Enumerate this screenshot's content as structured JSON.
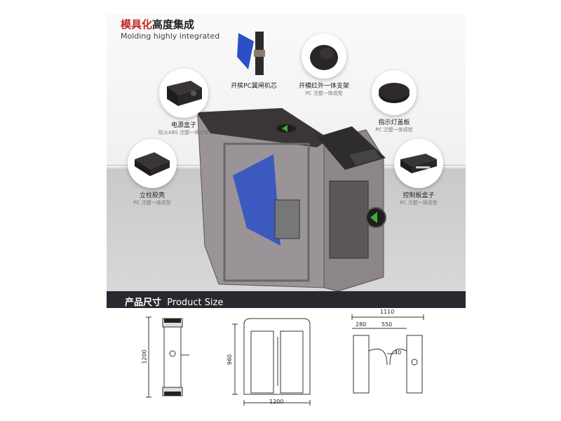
{
  "header": {
    "title_red": "模具化",
    "title_rest": "高度集成",
    "subtitle": "Molding highly integrated"
  },
  "parts": [
    {
      "name": "开槟PC翼闸机芯",
      "note": "",
      "icon": "wing-core-icon"
    },
    {
      "name": "开模红外一体支架",
      "note": "PC 注塑一体成型",
      "icon": "infrared-bracket-icon"
    },
    {
      "name": "电源盒子",
      "note": "防火ABS 注塑一体成型",
      "icon": "power-box-icon"
    },
    {
      "name": "指示灯盖板",
      "note": "PC 注塑一体成型",
      "icon": "indicator-cover-icon"
    },
    {
      "name": "立柱胶壳",
      "note": "PC 注塑一体成型",
      "icon": "pillar-shell-icon"
    },
    {
      "name": "控制板盒子",
      "note": "PC 注塑一体成型",
      "icon": "control-box-icon"
    }
  ],
  "section": {
    "title_cn": "产品尺寸",
    "title_en": "Product Size"
  },
  "dimensions": {
    "side_height": "1200",
    "front_height": "960",
    "front_width": "1200",
    "top_total": "1110",
    "top_left": "280",
    "top_mid": "550",
    "top_gap": "40"
  },
  "colors": {
    "accent_red": "#c62828",
    "band": "#2a2730",
    "wing_blue": "#2b4fc7",
    "indicator_green": "#3fae3f"
  }
}
